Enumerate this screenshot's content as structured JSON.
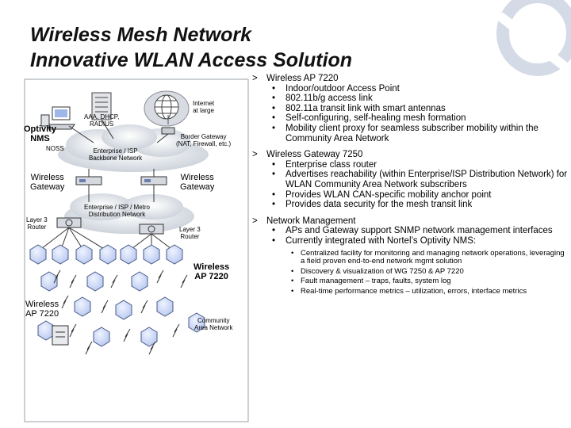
{
  "title": {
    "line1": "Wireless Mesh Network",
    "line2": "Innovative WLAN Access Solution"
  },
  "diagram": {
    "internet": "Internet\nat large",
    "aaa": "AAA, DHCP,\nRADIUS",
    "optivity": "Optivity\nNMS",
    "noss": "NOSS",
    "border_gateway": "Border Gateway\n(NAT, Firewall, etc.)",
    "enterprise_backbone": "Enterprise / ISP\nBackbone Network",
    "wireless_gateway_left": "Wireless\nGateway",
    "wireless_gateway_right": "Wireless\nGateway",
    "metro": "Enterprise / ISP / Metro\nDistribution Network",
    "layer3_left": "Layer 3\nRouter",
    "layer3_right": "Layer 3\nRouter",
    "ap_right": "Wireless\nAP 7220",
    "ap_left": "Wireless\nAP 7220",
    "community": "Community\nArea Network"
  },
  "sections": [
    {
      "marker": ">",
      "title": "Wireless AP 7220",
      "items": [
        "Indoor/outdoor Access Point",
        "802.11b/g access link",
        "802.11a transit link with smart antennas",
        "Self-configuring, self-healing mesh formation",
        "Mobility client proxy for seamless subscriber mobility within the Community Area Network"
      ],
      "subitems": []
    },
    {
      "marker": ">",
      "title": "Wireless Gateway 7250",
      "items": [
        "Enterprise class router",
        "Advertises reachability (within Enterprise/ISP Distribution Network) for WLAN Community Area Network  subscribers",
        "Provides WLAN CAN-specific mobility anchor point",
        "Provides data security for the mesh transit link"
      ],
      "subitems": []
    },
    {
      "marker": ">",
      "title": "Network Management",
      "items": [
        "APs and Gateway support SNMP network management interfaces",
        "Currently integrated with Nortel’s Optivity NMS:"
      ],
      "subitems": [
        "Centralized facility for monitoring and managing network operations, leveraging a field proven end-to-end network mgmt solution",
        "Discovery & visualization of WG 7250 & AP 7220",
        "Fault management – traps, faults, system log",
        "Real-time performance metrics – utilization, errors, interface metrics"
      ]
    }
  ],
  "bullet": "•"
}
